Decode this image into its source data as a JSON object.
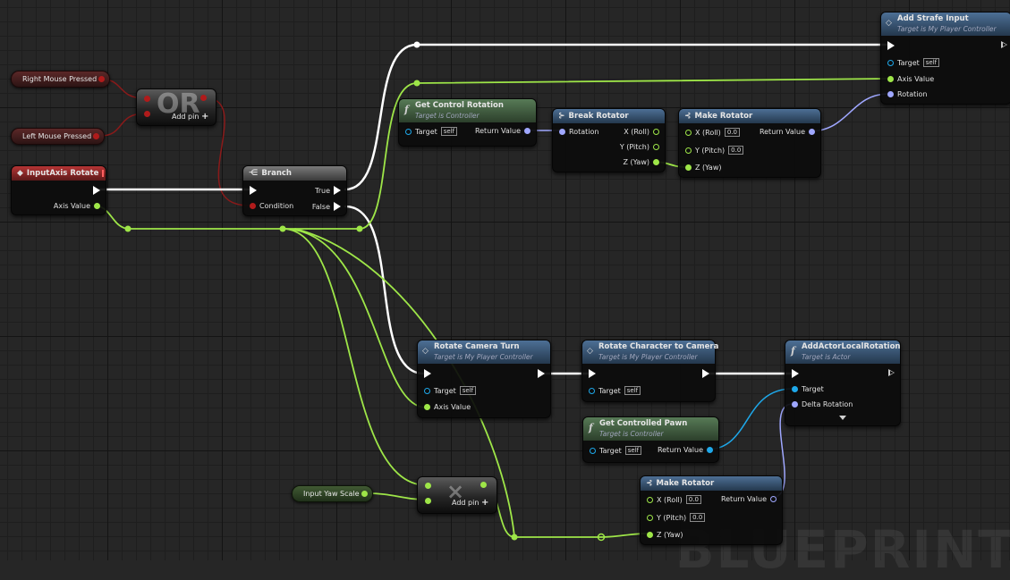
{
  "watermark": "BLUEPRINT",
  "colors": {
    "exec": "#ffffff",
    "bool": "#b01b1b",
    "float": "#9ee648",
    "rotator": "#9fa7ff",
    "object": "#1ea8ea"
  },
  "variables": {
    "right_mouse": "Right Mouse Pressed",
    "left_mouse": "Left Mouse Pressed",
    "input_yaw_scale": "Input Yaw Scale"
  },
  "or_node": {
    "title": "OR",
    "add_pin": "Add pin",
    "plus": "+"
  },
  "multiply_node": {
    "symbol": "×",
    "add_pin": "Add pin",
    "plus": "+"
  },
  "input_axis": {
    "title": "InputAxis Rotate",
    "axis_value": "Axis Value"
  },
  "branch": {
    "title": "Branch",
    "condition": "Condition",
    "true_label": "True",
    "false_label": "False"
  },
  "get_control_rotation": {
    "title": "Get Control Rotation",
    "subtitle": "Target is Controller",
    "target": "Target",
    "self": "self",
    "return_value": "Return Value"
  },
  "break_rotator": {
    "title": "Break Rotator",
    "rotation": "Rotation",
    "x": "X (Roll)",
    "y": "Y (Pitch)",
    "z": "Z (Yaw)"
  },
  "make_rotator_top": {
    "title": "Make Rotator",
    "x": "X (Roll)",
    "y": "Y (Pitch)",
    "z": "Z (Yaw)",
    "x_val": "0.0",
    "y_val": "0.0",
    "return_value": "Return Value"
  },
  "add_strafe": {
    "title": "Add Strafe Input",
    "subtitle": "Target is My Player Controller",
    "target": "Target",
    "self": "self",
    "axis_value": "Axis Value",
    "rotation": "Rotation"
  },
  "rotate_camera": {
    "title": "Rotate Camera Turn",
    "subtitle": "Target is My Player Controller",
    "target": "Target",
    "self": "self",
    "axis_value": "Axis Value"
  },
  "rotate_character": {
    "title": "Rotate Character to Camera",
    "subtitle": "Target is My Player Controller",
    "target": "Target",
    "self": "self"
  },
  "add_actor_local": {
    "title": "AddActorLocalRotation",
    "subtitle": "Target is Actor",
    "target": "Target",
    "delta_rotation": "Delta Rotation"
  },
  "get_controlled_pawn": {
    "title": "Get Controlled Pawn",
    "subtitle": "Target is Controller",
    "target": "Target",
    "self": "self",
    "return_value": "Return Value"
  },
  "make_rotator_bottom": {
    "title": "Make Rotator",
    "x": "X (Roll)",
    "y": "Y (Pitch)",
    "z": "Z (Yaw)",
    "x_val": "0.0",
    "y_val": "0.0",
    "return_value": "Return Value"
  }
}
